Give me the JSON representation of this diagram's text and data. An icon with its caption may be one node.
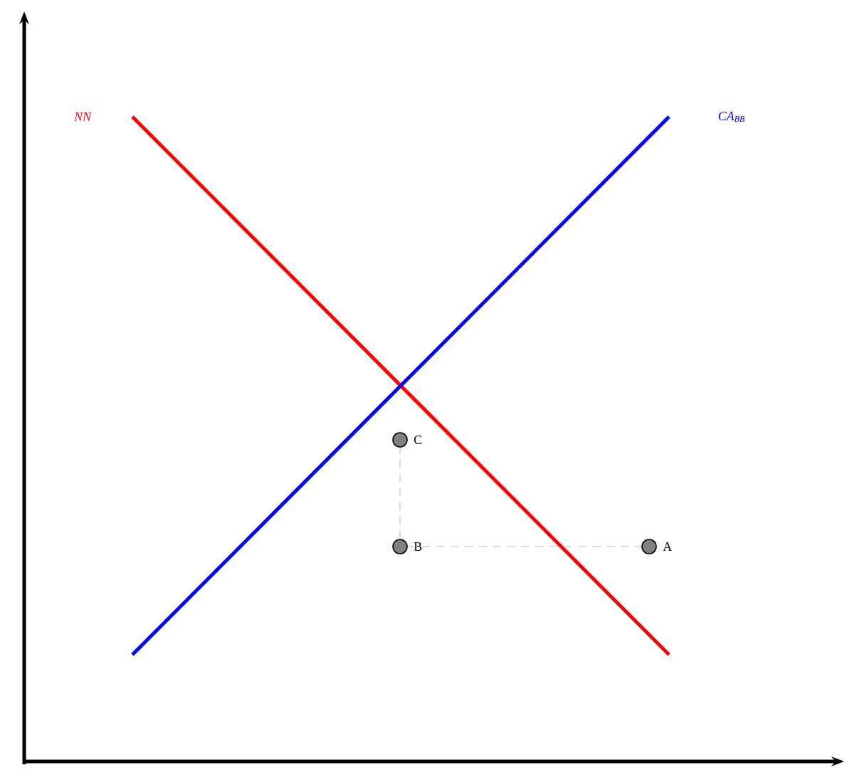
{
  "diagram": {
    "nodes": [
      {
        "text": [],
        "shape": "circle",
        "beside": [
          "C"
        ]
      },
      {
        "text": [],
        "shape": "circle",
        "beside": [
          "B"
        ]
      },
      {
        "text": [],
        "shape": "circle",
        "beside": [
          "A"
        ]
      }
    ],
    "edges": [
      {
        "from": 1,
        "to": 0,
        "arrow": "none",
        "style": "dashed"
      },
      {
        "from": 1,
        "to": 2,
        "arrow": "none",
        "style": "dashed"
      }
    ],
    "labels": [
      "NN",
      "CA$_{BB}$"
    ]
  }
}
